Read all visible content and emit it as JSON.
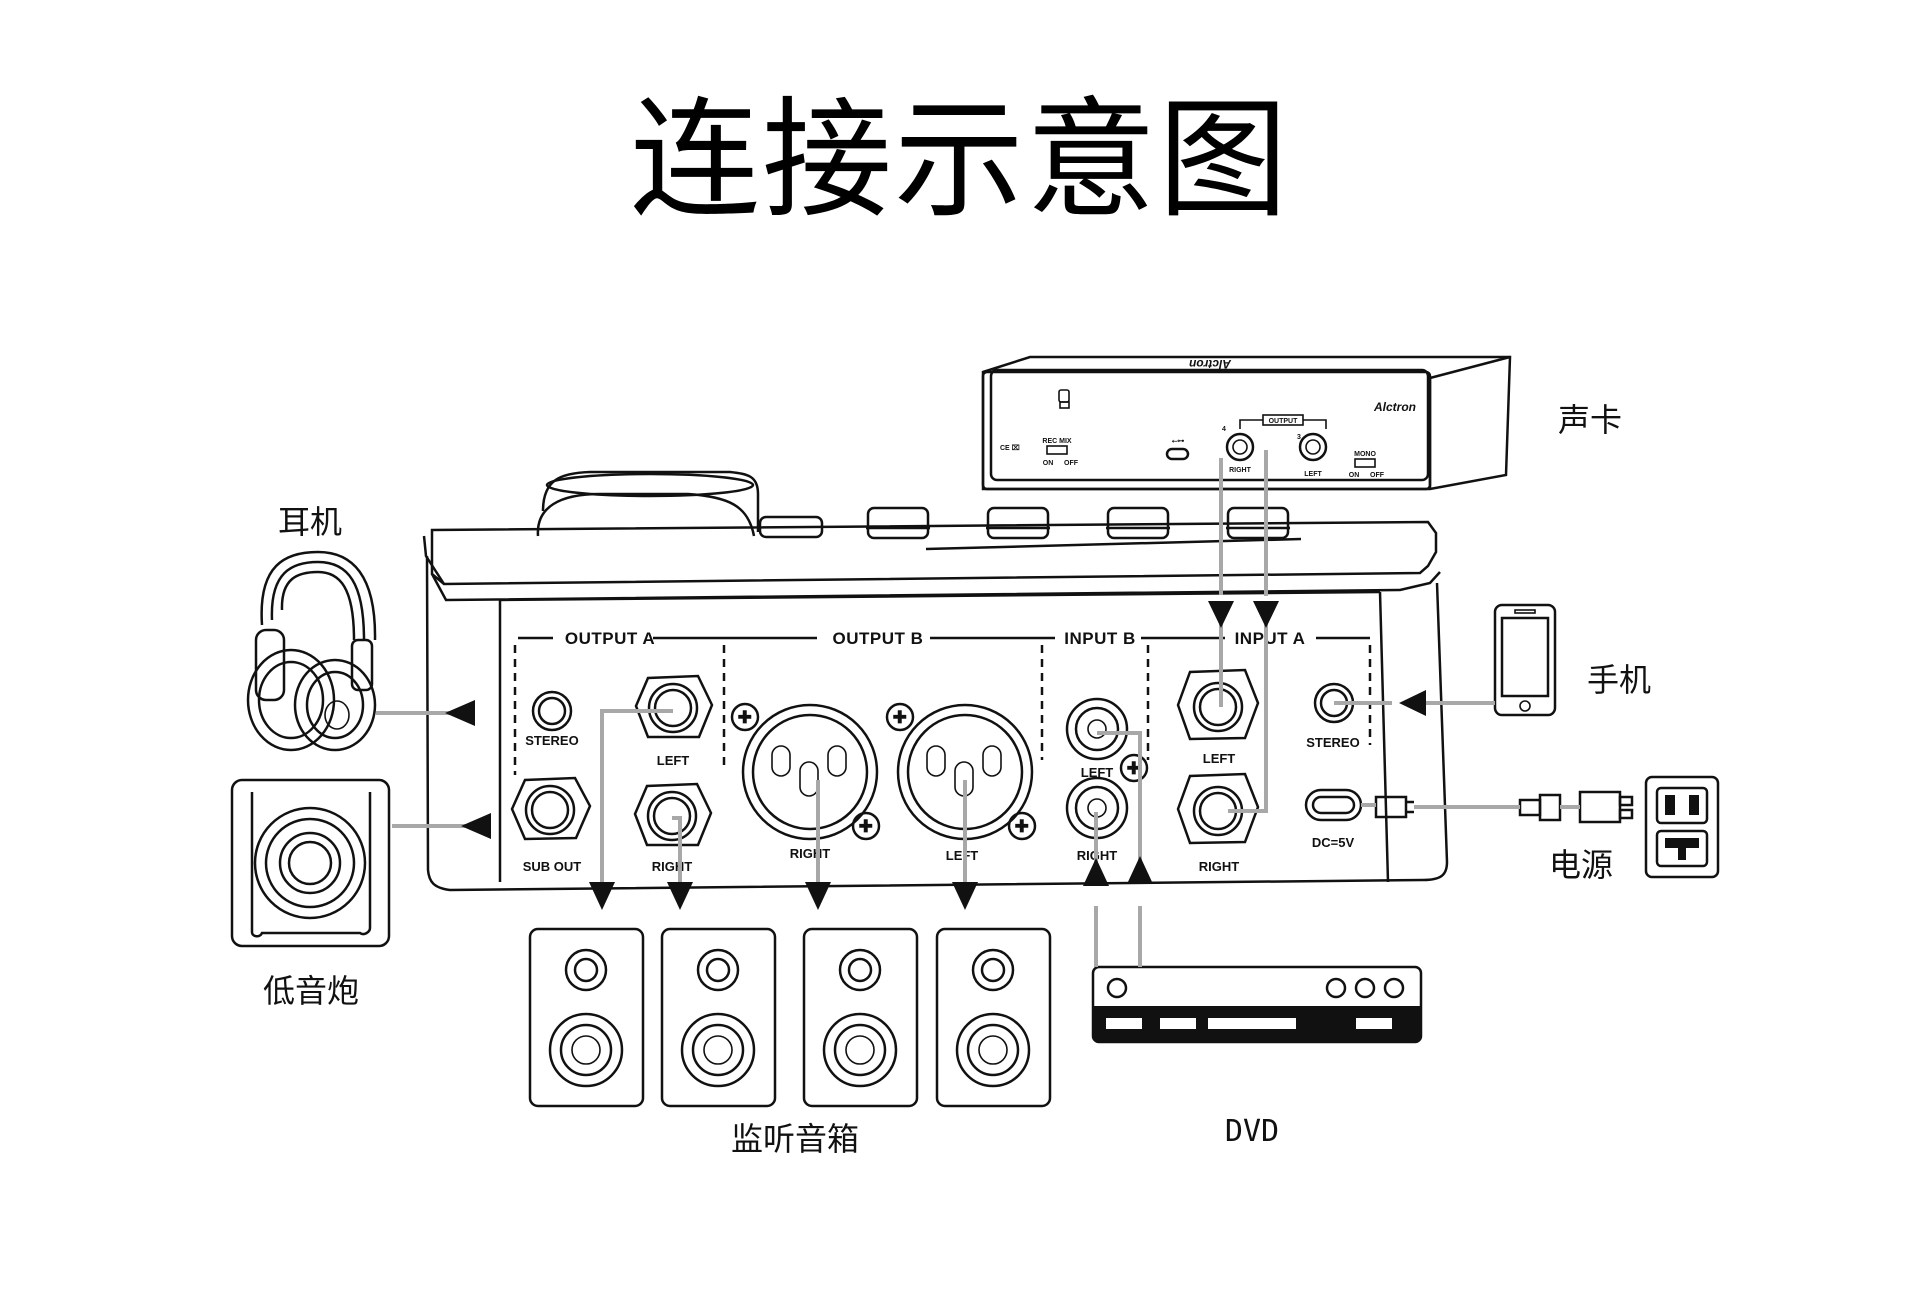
{
  "title": "连接示意图",
  "device_labels": {
    "headphones": "耳机",
    "subwoofer": "低音炮",
    "monitor_speakers": "监听音箱",
    "dvd": "DVD",
    "sound_card": "声卡",
    "phone": "手机",
    "power": "电源"
  },
  "panel_sections": {
    "output_a": "OUTPUT A",
    "output_b": "OUTPUT B",
    "input_b": "INPUT B",
    "input_a": "INPUT A"
  },
  "jack_labels": {
    "stereo_out": "STEREO",
    "sub_out": "SUB OUT",
    "out_a_left": "LEFT",
    "out_a_right": "RIGHT",
    "xlr_right": "RIGHT",
    "xlr_left": "LEFT",
    "rca_left": "LEFT",
    "rca_right": "RIGHT",
    "in_a_left": "LEFT",
    "in_a_right": "RIGHT",
    "stereo_in": "STEREO",
    "dc": "DC=5V"
  },
  "sound_card": {
    "brand": "Alctron",
    "brand_top": "Alctron",
    "output_label": "OUTPUT",
    "port_4": "4",
    "port_3": "3",
    "port_right": "RIGHT",
    "port_left": "LEFT",
    "rec_mix": "REC MIX",
    "mono": "MONO",
    "on": "ON",
    "off": "OFF",
    "mono_on": "ON",
    "mono_off": "OFF"
  },
  "colors": {
    "line": "#111111",
    "wire": "#a8a8a8",
    "background": "#ffffff"
  }
}
